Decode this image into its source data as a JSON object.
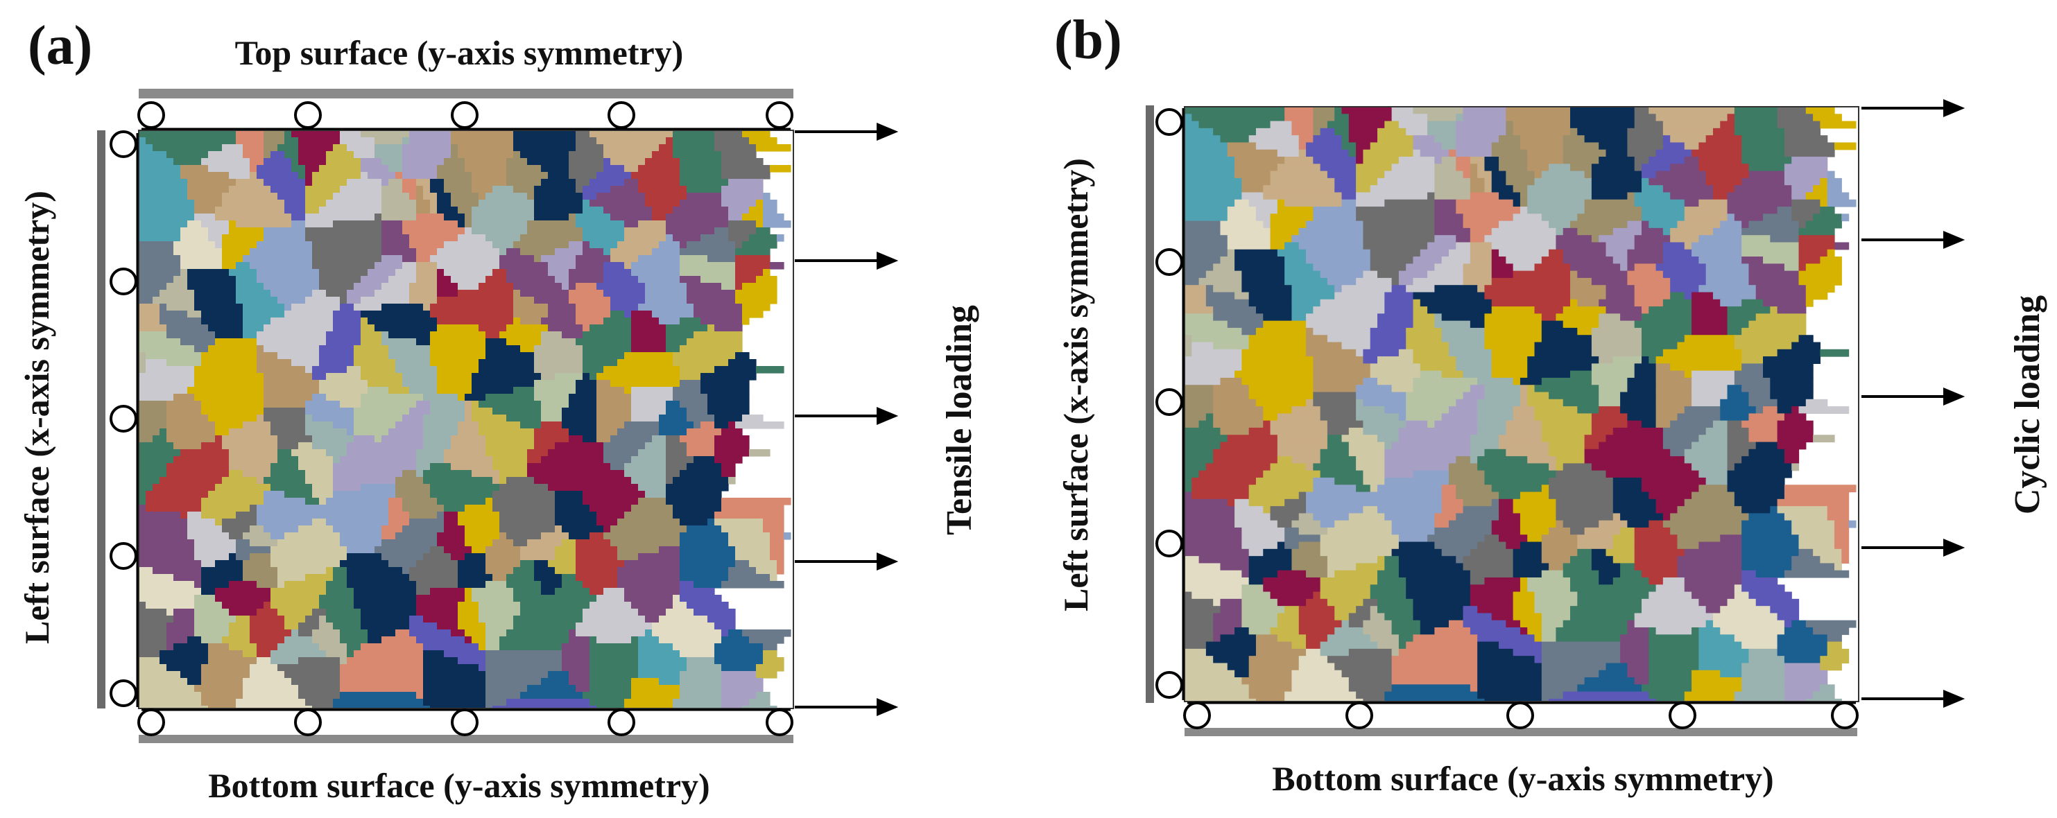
{
  "panels": [
    {
      "id": "a",
      "tag": "(a)",
      "top_label": "Top surface (y-axis symmetry)",
      "left_label": "Left surface (x-axis symmetry)",
      "bottom_label": "Bottom surface (y-axis symmetry)",
      "load_label": "Tensile loading",
      "grain_seed": 7
    },
    {
      "id": "b",
      "tag": "(b)",
      "left_label": "Left surface (x-axis symmetry)",
      "bottom_label": "Bottom surface (y-axis symmetry)",
      "load_label": "Cyclic loading",
      "grain_seed": 7
    }
  ],
  "grain_palette": [
    "#d8896f",
    "#a89fc4",
    "#0b2e57",
    "#b23a3a",
    "#3d7b64",
    "#d0c9a6",
    "#6b7a8a",
    "#d6b300",
    "#8b1247",
    "#c9c9cf",
    "#7b4a7d",
    "#1a5f8f",
    "#c9ad86",
    "#5c58b8",
    "#9ab3b0",
    "#c8b84c",
    "#8ea3c9",
    "#9c8f69",
    "#e1dcc3",
    "#b9b7a0",
    "#6e6e6e",
    "#b69668",
    "#4ea2b2",
    "#b7c4a4"
  ],
  "colors": {
    "arrow": "#000000",
    "roller": "#000000",
    "wall": "#777777"
  }
}
